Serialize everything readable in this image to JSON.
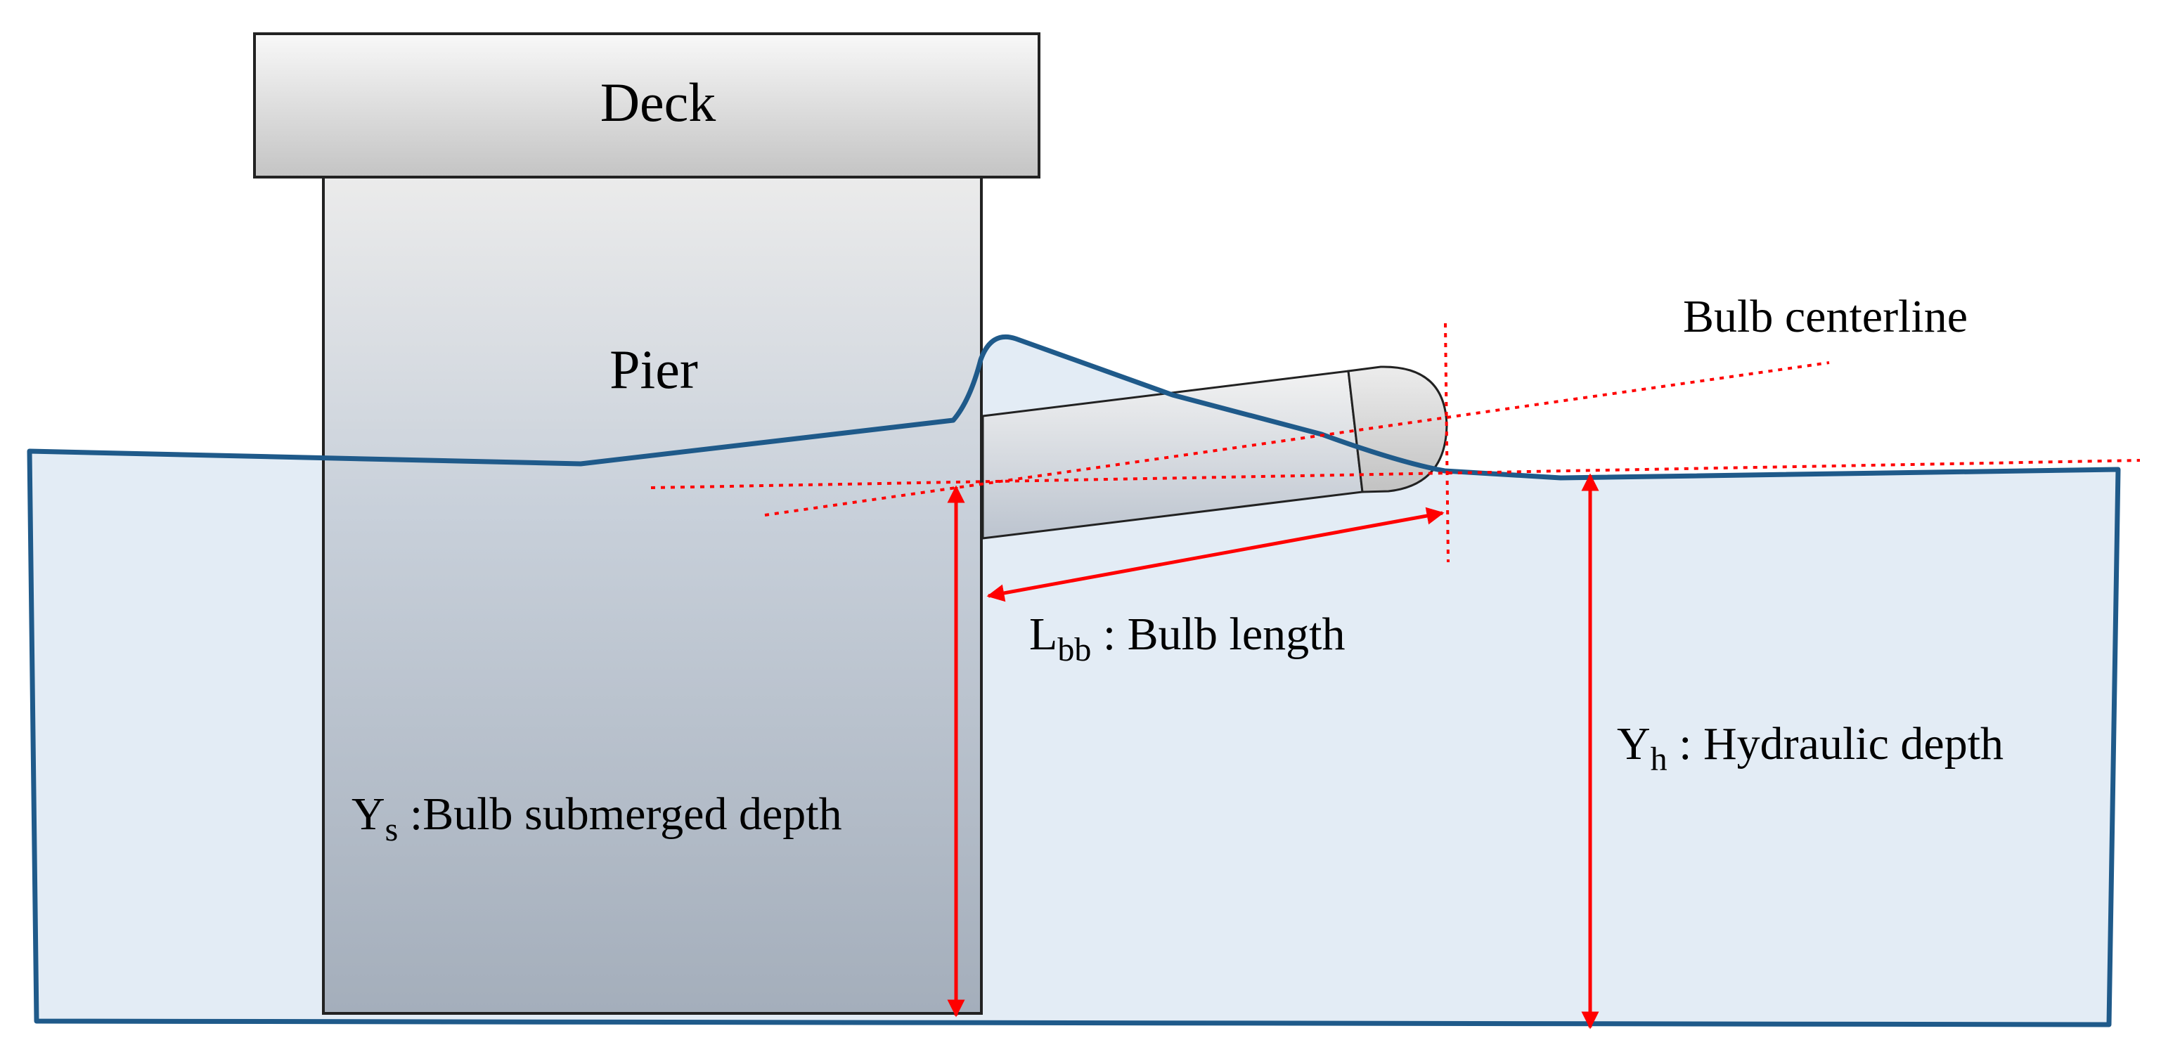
{
  "labels": {
    "deck": "Deck",
    "pier": "Pier",
    "bulb_centerline": "Bulb centerline",
    "lbb_main": "L",
    "lbb_sub": "bb",
    "lbb_text": " : Bulb length",
    "ys_main": "Y",
    "ys_sub": "s",
    "ys_text": " :Bulb submerged depth",
    "yh_main": "Y",
    "yh_sub": "h",
    "yh_text": " : Hydraulic depth"
  },
  "colors": {
    "water_fill": "#e3ecf5",
    "water_edge": "#1f5a8a",
    "dimension": "#ff0000",
    "pier_top": "#e6e6e6",
    "pier_bottom": "#a6b0bd",
    "deck_light": "#f7f7f7",
    "deck_dark": "#c9c9c9"
  }
}
